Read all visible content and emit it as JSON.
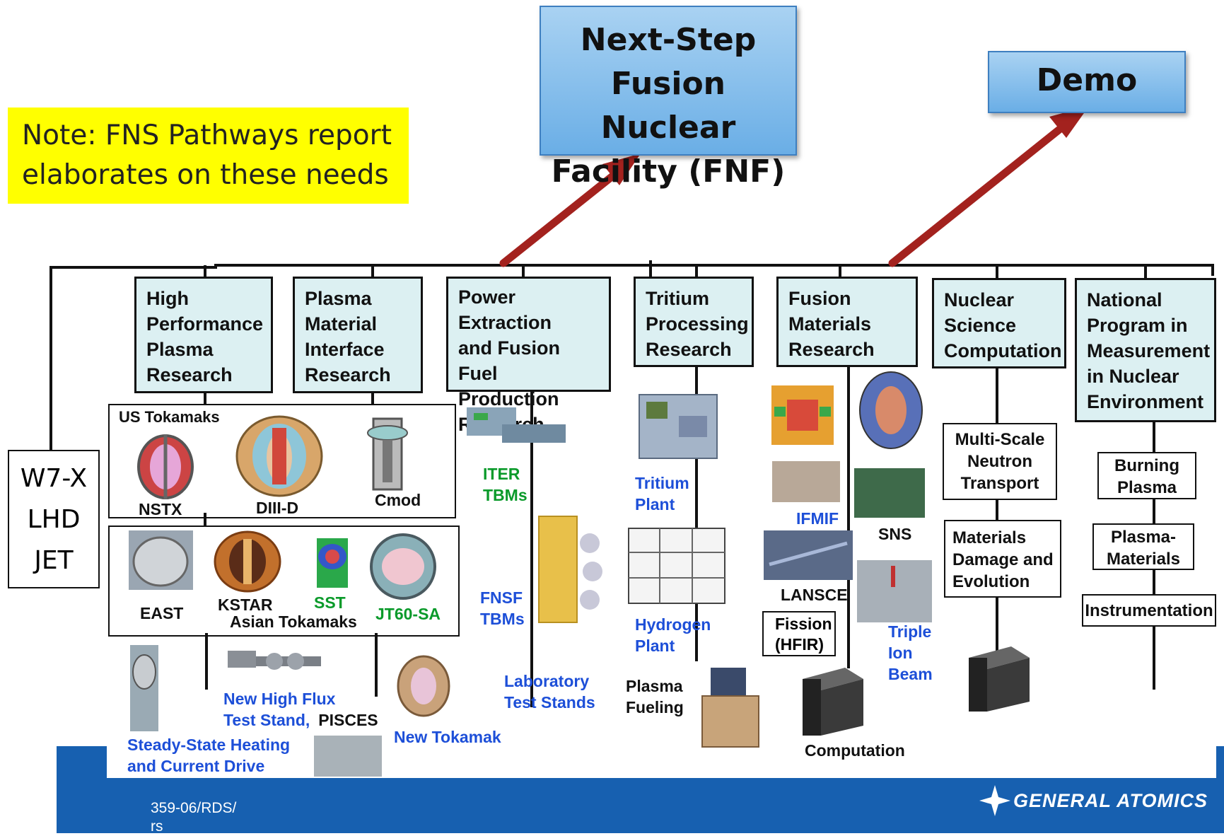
{
  "targets": {
    "fnf": "Next-Step Fusion Nuclear Facility (FNF)",
    "fnf_lines": [
      "Next-Step",
      "Fusion Nuclear",
      "Facility (FNF)"
    ],
    "demo": "Demo"
  },
  "note": {
    "lines": [
      "Note: FNS Pathways report",
      "elaborates on these needs"
    ]
  },
  "side_box": {
    "lines": [
      "W7-X",
      "LHD",
      "JET"
    ]
  },
  "categories": [
    {
      "lines": [
        "High",
        "Performance",
        "Plasma",
        "Research"
      ]
    },
    {
      "lines": [
        "Plasma",
        "Material",
        "Interface",
        "Research"
      ]
    },
    {
      "lines": [
        "Power Extraction",
        "and Fusion Fuel",
        "Production",
        "Research"
      ]
    },
    {
      "lines": [
        "Tritium",
        "Processing",
        "Research"
      ]
    },
    {
      "lines": [
        "Fusion",
        "Materials",
        "Research"
      ]
    },
    {
      "lines": [
        "Nuclear",
        "Science",
        "Computation"
      ]
    },
    {
      "lines": [
        "National",
        "Program in",
        "Measurement",
        "in Nuclear",
        "Environment"
      ]
    }
  ],
  "facilities": {
    "us_tokamaks": "US Tokamaks",
    "nstx": "NSTX",
    "diiid": "DIII-D",
    "cmod": "Cmod",
    "east": "EAST",
    "kstar": "KSTAR",
    "sst": "SST",
    "jt60sa": "JT60-SA",
    "asian_tokamaks": "Asian Tokamaks",
    "steady_state": [
      "Steady-State Heating",
      "and Current Drive"
    ],
    "new_high_flux": [
      "New High Flux",
      "Test Stand,"
    ],
    "pisces": "PISCES",
    "new_tokamak": "New Tokamak",
    "iter_tbms": [
      "ITER",
      "TBMs"
    ],
    "fnsf_tbms": [
      "FNSF",
      "TBMs"
    ],
    "lab_test_stands": [
      "Laboratory",
      "Test Stands"
    ],
    "tritium_plant": [
      "Tritium",
      "Plant"
    ],
    "hydrogen_plant": [
      "Hydrogen",
      "Plant"
    ],
    "plasma_fueling": [
      "Plasma",
      "Fueling"
    ],
    "ifmif": "IFMIF",
    "sns": "SNS",
    "lansce": "LANSCE",
    "fission_hfir": [
      "Fission",
      "(HFIR)"
    ],
    "triple_ion_beam": [
      "Triple",
      "Ion",
      "Beam"
    ],
    "computation": "Computation",
    "multi_scale": [
      "Multi-Scale",
      "Neutron",
      "Transport"
    ],
    "materials_damage": [
      "Materials",
      "Damage and",
      "Evolution"
    ],
    "burning_plasma": [
      "Burning",
      "Plasma"
    ],
    "plasma_materials": [
      "Plasma-",
      "Materials"
    ],
    "instrumentation": "Instrumentation"
  },
  "footer": {
    "code_lines": [
      "359-06/RDS/",
      "rs"
    ],
    "logo": "GENERAL ATOMICS"
  },
  "colors": {
    "arrow": "#a3221e",
    "box_fill": "#dcf0f2",
    "footer": "#1760b0",
    "note_bg": "#ffff00",
    "label_blue": "#1d4fd8",
    "label_green": "#0a9a2a"
  }
}
